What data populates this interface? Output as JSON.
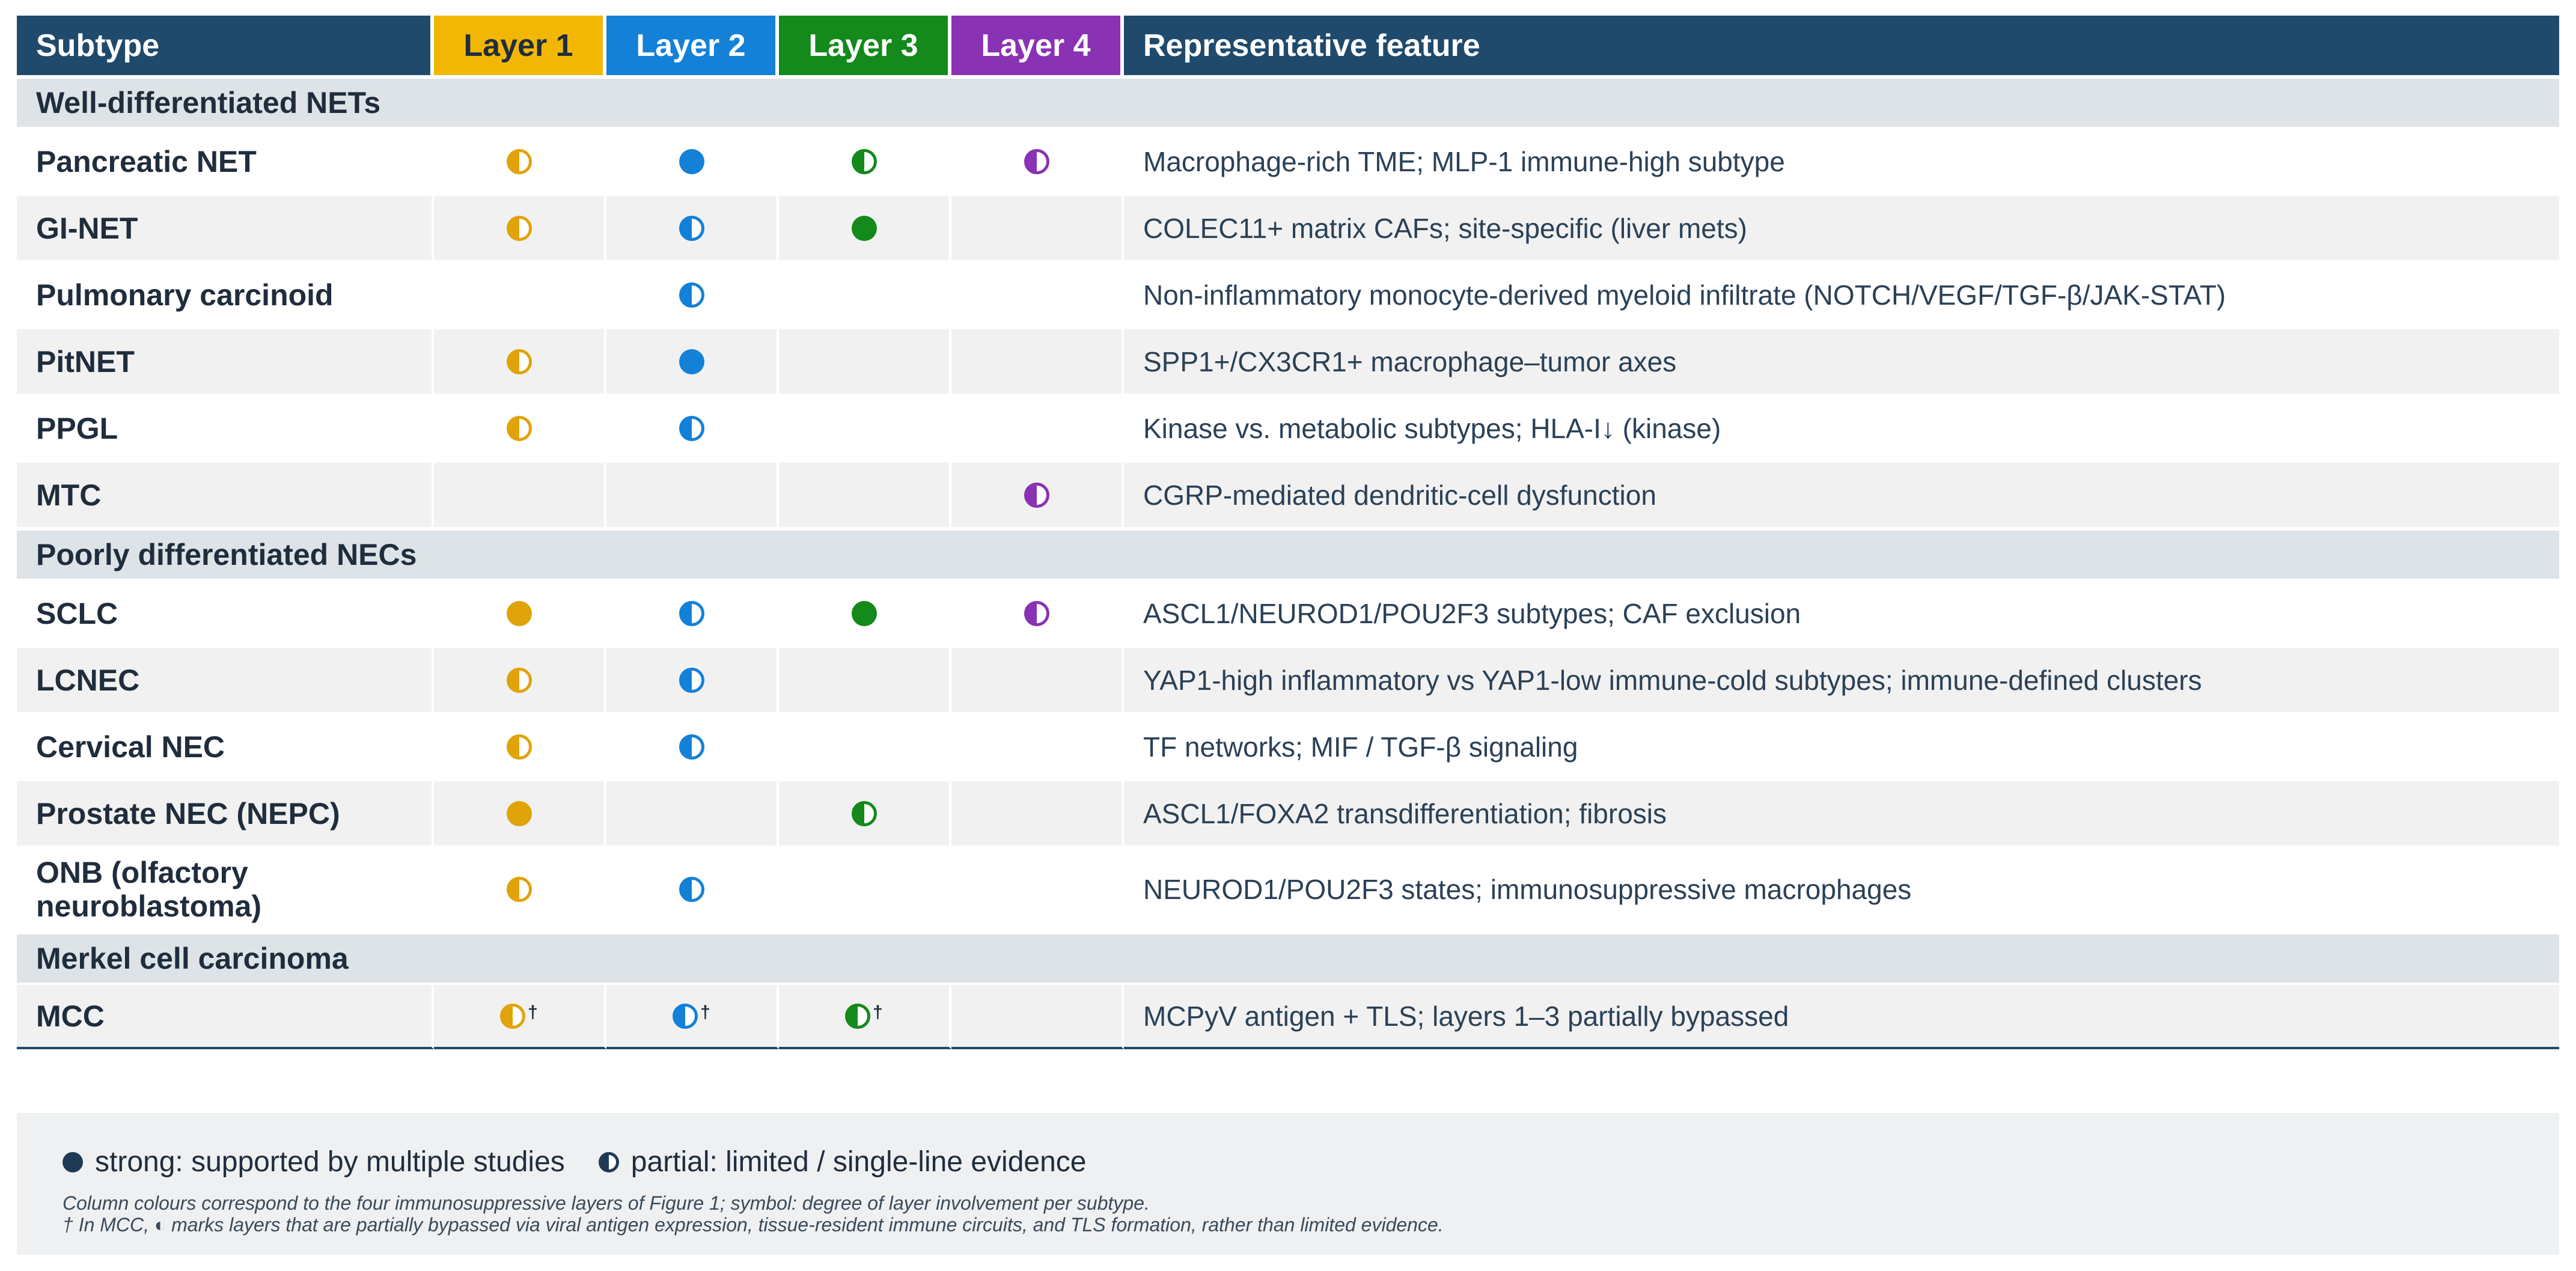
{
  "colors": {
    "layer1": "#e0a30a",
    "layer2": "#1381d8",
    "layer3": "#138a1b",
    "layer4": "#8a32b4",
    "legend_symbol": "#1f3a56"
  },
  "header": {
    "subtype": "Subtype",
    "layer1": "Layer 1",
    "layer2": "Layer 2",
    "layer3": "Layer 3",
    "layer4": "Layer 4",
    "feature": "Representative feature"
  },
  "sections": [
    {
      "title": "Well-differentiated NETs",
      "rows": [
        {
          "subtype": "Pancreatic NET",
          "layers": [
            "partial",
            "strong",
            "partial",
            "partial"
          ],
          "feature": "Macrophage-rich TME; MLP-1 immune-high subtype"
        },
        {
          "subtype": "GI-NET",
          "layers": [
            "partial",
            "partial",
            "strong",
            ""
          ],
          "feature": "COLEC11+ matrix CAFs; site-specific (liver mets)"
        },
        {
          "subtype": "Pulmonary carcinoid",
          "layers": [
            "",
            "partial",
            "",
            ""
          ],
          "feature": "Non-inflammatory monocyte-derived myeloid infiltrate (NOTCH/VEGF/TGF-β/JAK-STAT)"
        },
        {
          "subtype": "PitNET",
          "layers": [
            "partial",
            "strong",
            "",
            ""
          ],
          "feature": "SPP1+/CX3CR1+ macrophage–tumor axes"
        },
        {
          "subtype": "PPGL",
          "layers": [
            "partial",
            "partial",
            "",
            ""
          ],
          "feature": "Kinase vs. metabolic subtypes; HLA-I↓ (kinase)"
        },
        {
          "subtype": "MTC",
          "layers": [
            "",
            "",
            "",
            "partial"
          ],
          "feature": "CGRP-mediated dendritic-cell dysfunction"
        }
      ]
    },
    {
      "title": "Poorly differentiated NECs",
      "rows": [
        {
          "subtype": "SCLC",
          "layers": [
            "strong",
            "partial",
            "strong",
            "partial"
          ],
          "feature": "ASCL1/NEUROD1/POU2F3 subtypes; CAF exclusion"
        },
        {
          "subtype": "LCNEC",
          "layers": [
            "partial",
            "partial",
            "",
            ""
          ],
          "feature": "YAP1-high inflammatory vs YAP1-low immune-cold subtypes; immune-defined clusters"
        },
        {
          "subtype": "Cervical NEC",
          "layers": [
            "partial",
            "partial",
            "",
            ""
          ],
          "feature": "TF networks; MIF / TGF-β signaling"
        },
        {
          "subtype": "Prostate NEC (NEPC)",
          "layers": [
            "strong",
            "",
            "partial",
            ""
          ],
          "feature": "ASCL1/FOXA2 transdifferentiation; fibrosis"
        },
        {
          "subtype": "ONB (olfactory neuroblastoma)",
          "layers": [
            "partial",
            "partial",
            "",
            ""
          ],
          "feature": "NEUROD1/POU2F3 states; immunosuppressive macrophages"
        }
      ]
    },
    {
      "title": "Merkel cell carcinoma",
      "rows": [
        {
          "subtype": "MCC",
          "layers": [
            "partial-dagger",
            "partial-dagger",
            "partial-dagger",
            ""
          ],
          "feature": "MCPyV antigen + TLS; layers 1–3 partially bypassed"
        }
      ]
    }
  ],
  "legend": {
    "strong_label": "strong: supported by multiple studies",
    "partial_label": "partial: limited / single-line evidence",
    "note1": "Column colours correspond to the four immunosuppressive layers of Figure 1; symbol: degree of layer involvement per subtype.",
    "note2": "† In MCC, ◐ marks layers that are partially bypassed via viral antigen expression, tissue-resident immune circuits, and TLS formation, rather than limited evidence.",
    "dagger": "†"
  }
}
